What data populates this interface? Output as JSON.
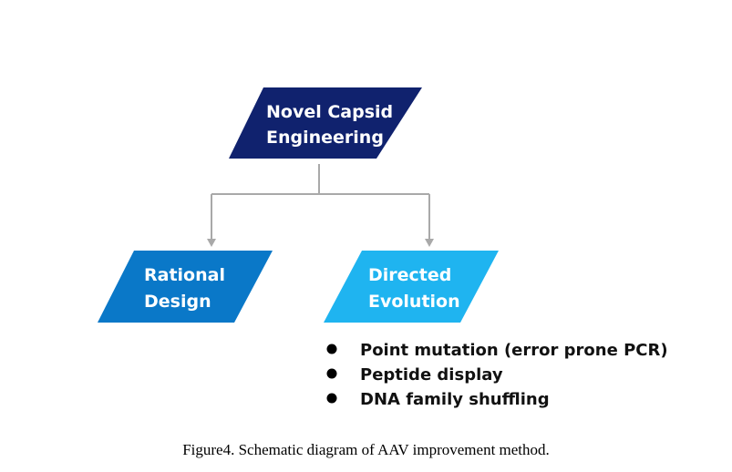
{
  "colors": {
    "root": "#10226e",
    "rational": "#0a78c8",
    "directed": "#1fb4f0",
    "connector": "#a9a9a9",
    "bullet": "#000000"
  },
  "nodes": {
    "root": {
      "line1": "Novel Capsid",
      "line2": "Engineering"
    },
    "rational": {
      "line1": "Rational",
      "line2": "Design"
    },
    "directed": {
      "line1": "Directed",
      "line2": "Evolution"
    }
  },
  "bullets": [
    "Point mutation (error prone PCR)",
    "Peptide display",
    "DNA family shuffling"
  ],
  "caption": "Figure4. Schematic diagram of AAV improvement method."
}
